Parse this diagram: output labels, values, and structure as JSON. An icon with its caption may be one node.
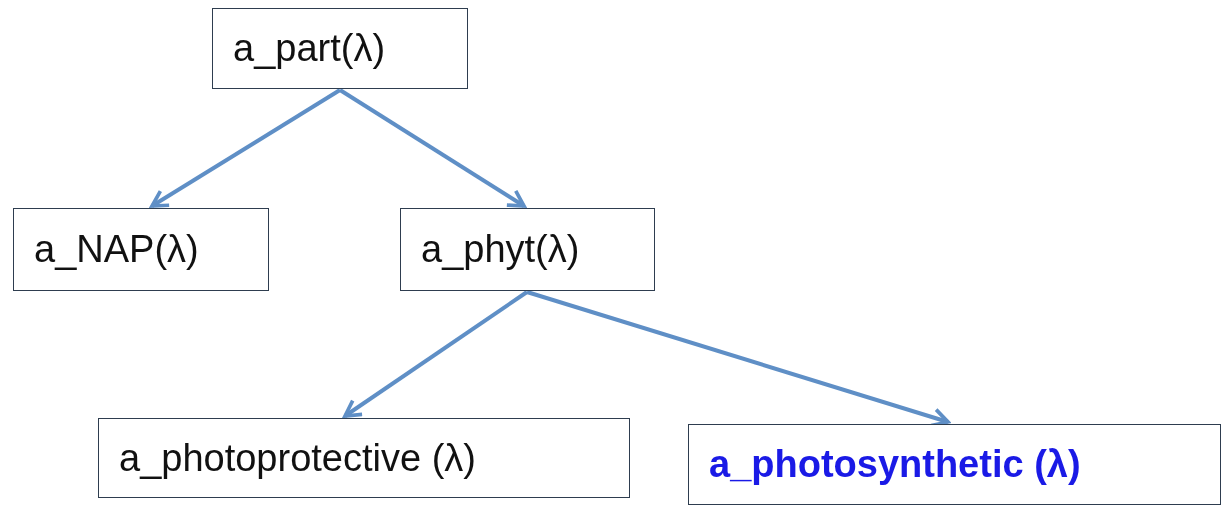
{
  "diagram": {
    "nodes": [
      {
        "text": [
          "a_part(λ)"
        ]
      },
      {
        "text": [
          "a_NAP(λ)"
        ]
      },
      {
        "text": [
          "a_phyt(λ)"
        ]
      },
      {
        "text": [
          "a_photoprotective (λ)"
        ]
      },
      {
        "text": [
          "a_photosynthetic (λ)"
        ]
      }
    ],
    "edges": [
      {
        "from": 0,
        "to": 1,
        "arrow": "to"
      },
      {
        "from": 0,
        "to": 2,
        "arrow": "to"
      },
      {
        "from": 2,
        "to": 3,
        "arrow": "to"
      },
      {
        "from": 2,
        "to": 4,
        "arrow": "to"
      }
    ]
  }
}
